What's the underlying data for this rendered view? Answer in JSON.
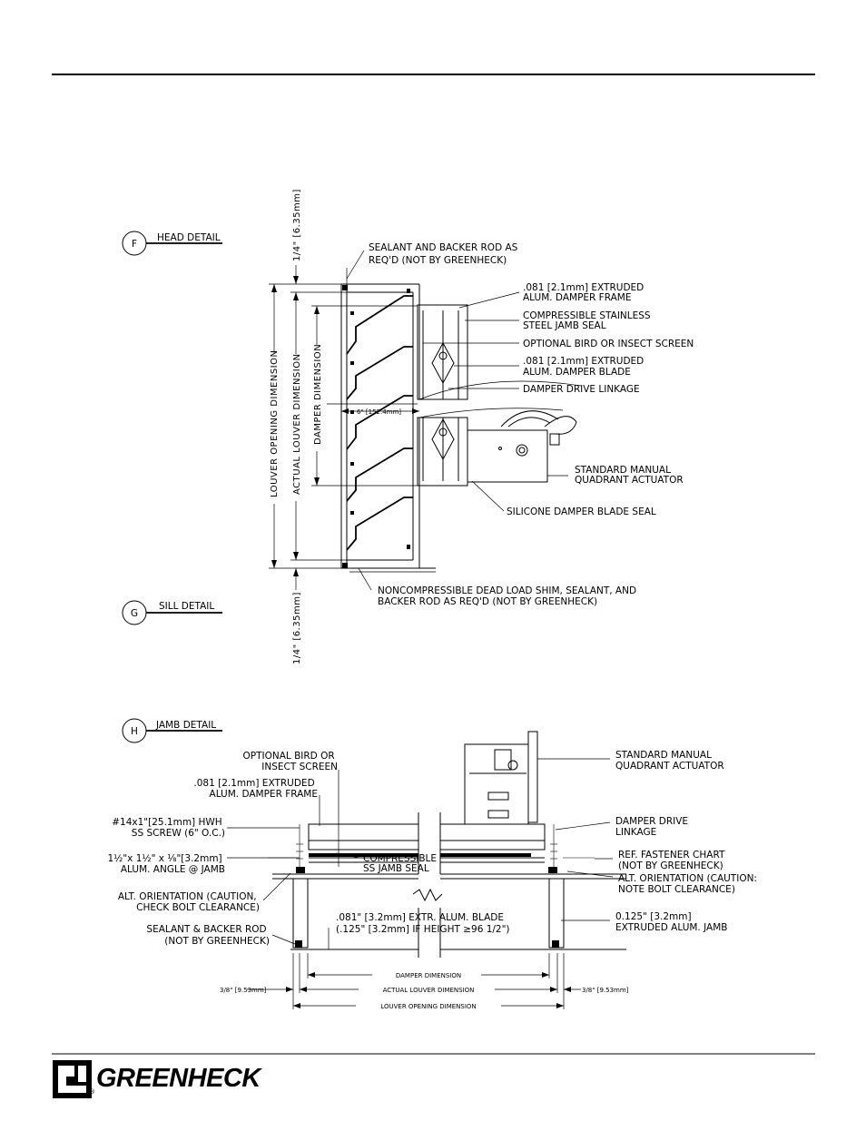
{
  "head_detail": {
    "bubble": "F",
    "title": "HEAD DETAIL",
    "dim_top": "1/4\" [6.35mm]",
    "dim_louver_opening": "LOUVER OPENING DIMENSION",
    "dim_actual_louver": "ACTUAL LOUVER DIMENSION",
    "dim_damper": "DAMPER DIMENSION",
    "dim_depth": "6\" [152.4mm]",
    "callouts": [
      [
        "SEALANT AND BACKER ROD AS",
        "REQ'D (NOT BY GREENHECK)"
      ],
      [
        ".081 [2.1mm] EXTRUDED",
        "ALUM. DAMPER FRAME"
      ],
      [
        "COMPRESSIBLE STAINLESS",
        "STEEL JAMB SEAL"
      ],
      [
        "OPTIONAL BIRD OR INSECT SCREEN"
      ],
      [
        ".081 [2.1mm] EXTRUDED",
        "ALUM. DAMPER BLADE"
      ],
      [
        "DAMPER DRIVE LINKAGE"
      ],
      [
        "STANDARD MANUAL",
        "QUADRANT ACTUATOR"
      ],
      [
        "SILICONE DAMPER BLADE SEAL"
      ],
      [
        "NONCOMPRESSIBLE DEAD LOAD SHIM, SEALANT, AND",
        "BACKER ROD AS REQ'D (NOT BY GREENHECK)"
      ]
    ]
  },
  "sill_detail": {
    "bubble": "G",
    "title": "SILL DETAIL",
    "dim_bottom": "1/4\" [6.35mm]"
  },
  "jamb_detail": {
    "bubble": "H",
    "title": "JAMB DETAIL",
    "callouts_left": [
      [
        "OPTIONAL BIRD OR",
        "INSECT SCREEN"
      ],
      [
        ".081 [2.1mm] EXTRUDED",
        "ALUM. DAMPER FRAME"
      ],
      [
        "#14x1\"[25.1mm] HWH",
        "SS SCREW (6\" O.C.)"
      ],
      [
        "1½\"x 1½\" x ⅛\"[3.2mm]",
        "ALUM. ANGLE @ JAMB"
      ],
      [
        "ALT. ORIENTATION (CAUTION,",
        "CHECK BOLT CLEARANCE)"
      ],
      [
        "SEALANT & BACKER ROD",
        "(NOT BY GREENHECK)"
      ]
    ],
    "callouts_center": [
      [
        "COMPRESSIBLE",
        "SS JAMB SEAL"
      ],
      [
        ".081\" [3.2mm] EXTR. ALUM. BLADE",
        "(.125\" [3.2mm] IF HEIGHT ≥96 1/2\")"
      ]
    ],
    "callouts_right": [
      [
        "STANDARD MANUAL",
        "QUADRANT ACTUATOR"
      ],
      [
        "DAMPER DRIVE",
        "LINKAGE"
      ],
      [
        "REF. FASTENER CHART",
        "(NOT BY GREENHECK)"
      ],
      [
        "ALT. ORIENTATION (CAUTION:",
        "NOTE BOLT CLEARANCE)"
      ],
      [
        "0.125\" [3.2mm]",
        "EXTRUDED ALUM. JAMB"
      ]
    ],
    "dim_damper": "DAMPER DIMENSION",
    "dim_actual_louver": "ACTUAL LOUVER DIMENSION",
    "dim_louver_opening": "LOUVER OPENING DIMENSION",
    "dim_left": "3/8\" [9.53mm]",
    "dim_right": "3/8\" [9.53mm]"
  },
  "footer": {
    "logo": "GREENHECK",
    "logo_mark": "®"
  }
}
